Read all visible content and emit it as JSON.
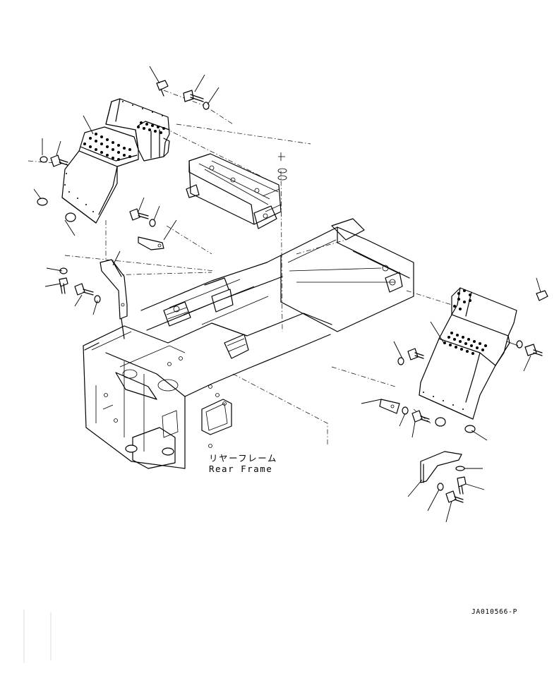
{
  "frame_label": {
    "japanese": "リヤーフレーム",
    "english": "Rear Frame"
  },
  "drawing_code": "JA010566-P"
}
